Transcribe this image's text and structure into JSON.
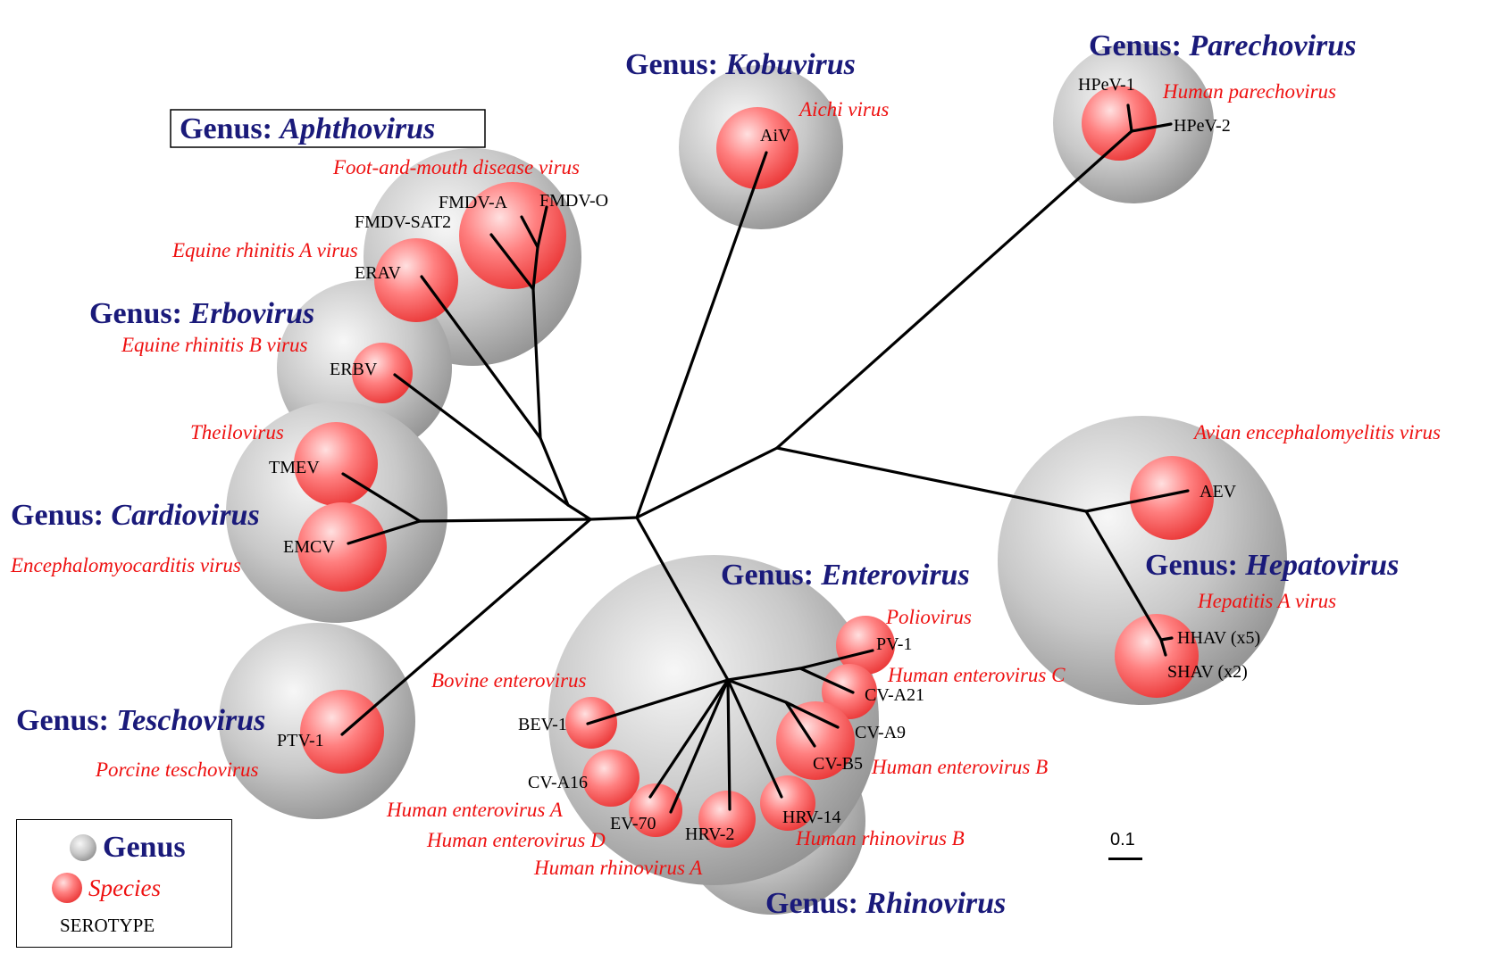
{
  "genus_prefix": "Genus: ",
  "genera": [
    {
      "id": "kobuvirus",
      "name": "Kobuvirus"
    },
    {
      "id": "parechovirus",
      "name": "Parechovirus"
    },
    {
      "id": "aphthovirus",
      "name": "Aphthovirus"
    },
    {
      "id": "erbovirus",
      "name": "Erbovirus"
    },
    {
      "id": "cardiovirus",
      "name": "Cardiovirus"
    },
    {
      "id": "teschovirus",
      "name": "Teschovirus"
    },
    {
      "id": "enterovirus",
      "name": "Enterovirus"
    },
    {
      "id": "rhinovirus",
      "name": "Rhinovirus"
    },
    {
      "id": "hepatovirus",
      "name": "Hepatovirus"
    }
  ],
  "species": [
    {
      "id": "aichi",
      "name": "Aichi virus"
    },
    {
      "id": "hpev",
      "name": "Human parechovirus"
    },
    {
      "id": "fmdv",
      "name": "Foot-and-mouth disease virus"
    },
    {
      "id": "erav",
      "name": "Equine rhinitis A virus"
    },
    {
      "id": "erbv",
      "name": "Equine rhinitis B virus"
    },
    {
      "id": "theilo",
      "name": "Theilovirus"
    },
    {
      "id": "emcv",
      "name": "Encephalomyocarditis virus"
    },
    {
      "id": "ptv",
      "name": "Porcine teschovirus"
    },
    {
      "id": "aev",
      "name": "Avian encephalomyelitis virus"
    },
    {
      "id": "hav",
      "name": "Hepatitis A virus"
    },
    {
      "id": "polio",
      "name": "Poliovirus"
    },
    {
      "id": "hevc",
      "name": "Human enterovirus C"
    },
    {
      "id": "hevb",
      "name": "Human enterovirus B"
    },
    {
      "id": "bev",
      "name": "Bovine enterovirus"
    },
    {
      "id": "heva",
      "name": "Human enterovirus A"
    },
    {
      "id": "hevd",
      "name": "Human enterovirus D"
    },
    {
      "id": "hrva",
      "name": "Human rhinovirus A"
    },
    {
      "id": "hrvb",
      "name": "Human rhinovirus B"
    }
  ],
  "serotypes": [
    {
      "id": "aiv",
      "name": "AiV"
    },
    {
      "id": "hpev1",
      "name": "HPeV-1"
    },
    {
      "id": "hpev2",
      "name": "HPeV-2"
    },
    {
      "id": "fmdva",
      "name": "FMDV-A"
    },
    {
      "id": "fmdvo",
      "name": "FMDV-O"
    },
    {
      "id": "fmdvsat2",
      "name": "FMDV-SAT2"
    },
    {
      "id": "erav",
      "name": "ERAV"
    },
    {
      "id": "erbv",
      "name": "ERBV"
    },
    {
      "id": "tmev",
      "name": "TMEV"
    },
    {
      "id": "emcv",
      "name": "EMCV"
    },
    {
      "id": "ptv1",
      "name": "PTV-1"
    },
    {
      "id": "aev",
      "name": "AEV"
    },
    {
      "id": "hhav",
      "name": "HHAV (x5)"
    },
    {
      "id": "shav",
      "name": "SHAV (x2)"
    },
    {
      "id": "pv1",
      "name": "PV-1"
    },
    {
      "id": "cva21",
      "name": "CV-A21"
    },
    {
      "id": "cva9",
      "name": "CV-A9"
    },
    {
      "id": "cvb5",
      "name": "CV-B5"
    },
    {
      "id": "bev1",
      "name": "BEV-1"
    },
    {
      "id": "cva16",
      "name": "CV-A16"
    },
    {
      "id": "ev70",
      "name": "EV-70"
    },
    {
      "id": "hrv2",
      "name": "HRV-2"
    },
    {
      "id": "hrv14",
      "name": "HRV-14"
    }
  ],
  "scale_bar": {
    "label": "0.1",
    "value": 0.1
  },
  "legend": {
    "genus": "Genus",
    "species": "Species",
    "serotype": "SEROTYPE"
  },
  "colors": {
    "genus_text": "#1a1a7a",
    "species_text": "#ee1111",
    "serotype_text": "#000000",
    "genus_sphere": "#bdbdbd",
    "species_sphere": "#ff6b6b"
  }
}
